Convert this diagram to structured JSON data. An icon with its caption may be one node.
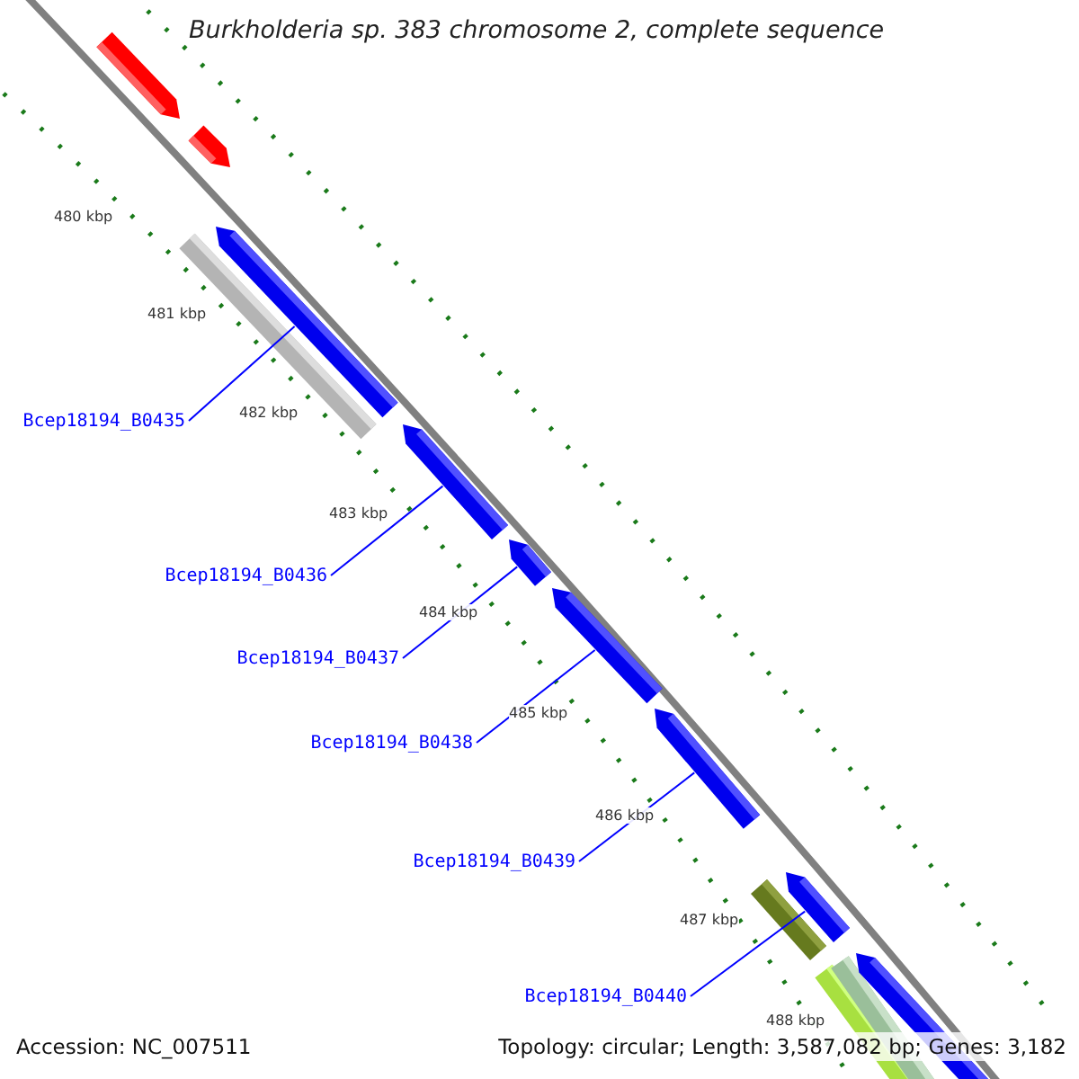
{
  "diagram": {
    "title": "Burkholderia sp. 383 chromosome 2, complete sequence",
    "nodes": [
      {
        "text": [
          "Bcep18194_B0435"
        ]
      },
      {
        "text": [
          "Bcep18194_B0436"
        ]
      },
      {
        "text": [
          "Bcep18194_B0437"
        ]
      },
      {
        "text": [
          "Bcep18194_B0438"
        ]
      },
      {
        "text": [
          "Bcep18194_B0439"
        ]
      },
      {
        "text": [
          "Bcep18194_B0440"
        ]
      },
      {
        "text": [],
        "shape": "bar"
      },
      {
        "text": [],
        "shape": "bar"
      },
      {
        "text": [],
        "shape": "bar"
      },
      {
        "text": [],
        "shape": "bar"
      },
      {
        "text": [],
        "shape": "bar"
      },
      {
        "text": [],
        "shape": "bar"
      },
      {
        "text": [],
        "shape": "bar"
      }
    ],
    "edges": [
      {
        "from": 0,
        "to": 6,
        "arrow": "none"
      },
      {
        "from": 1,
        "to": 7,
        "arrow": "none"
      },
      {
        "from": 2,
        "to": 8,
        "arrow": "none"
      },
      {
        "from": 3,
        "to": 9,
        "arrow": "none"
      },
      {
        "from": 4,
        "to": 10,
        "arrow": "none"
      },
      {
        "from": 5,
        "to": 11,
        "arrow": "none"
      }
    ],
    "labels": [
      "480 kbp",
      "481 kbp",
      "482 kbp",
      "483 kbp",
      "484 kbp",
      "485 kbp",
      "486 kbp",
      "487 kbp",
      "488 kbp",
      "Accession: NC_007511",
      "Topology: circular; Length: 3,587,082 bp; Genes: 3,182"
    ]
  }
}
